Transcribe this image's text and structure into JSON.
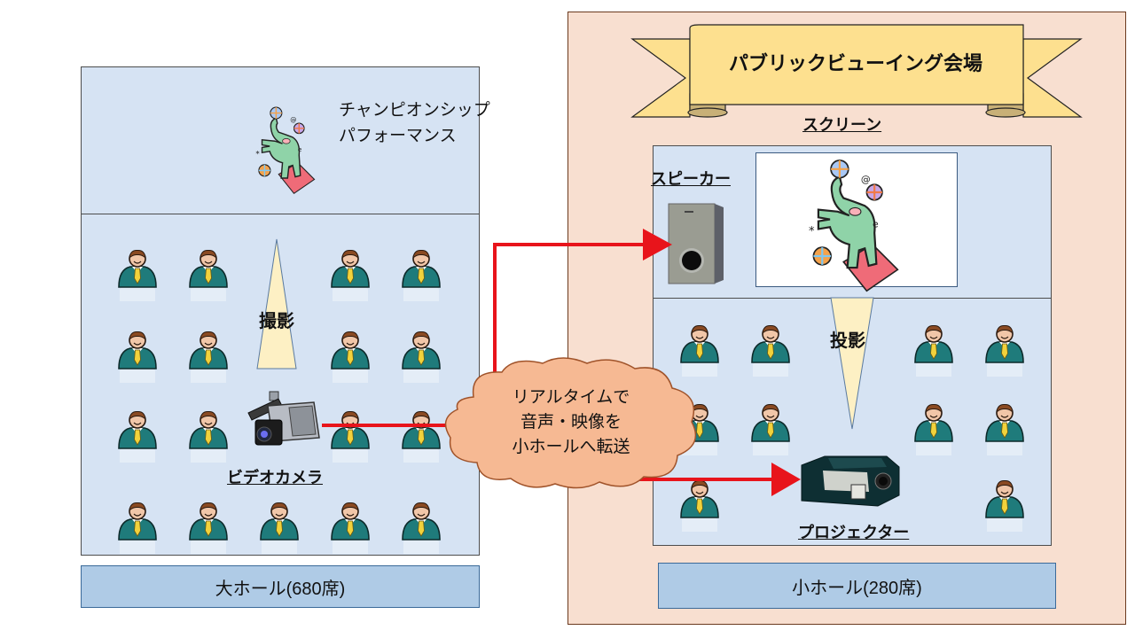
{
  "banner": {
    "title": "パブリックビューイング会場"
  },
  "large_hall": {
    "stage_caption_line1": "チャンピオンシップ",
    "stage_caption_line2": "パフォーマンス",
    "shoot_label": "撮影",
    "camera_label": "ビデオカメラ",
    "hall_name": "大ホール(680席)"
  },
  "small_hall": {
    "screen_label": "スクリーン",
    "speaker_label": "スピーカー",
    "projection_label": "投影",
    "projector_label": "プロジェクター",
    "hall_name": "小ホール(280席)"
  },
  "cloud": {
    "line1": "リアルタイムで",
    "line2": "音声・映像を",
    "line3": "小ホールへ転送"
  },
  "colors": {
    "arrow": "#e8141b",
    "venue_bg": "#f8dfd0",
    "hall_bg": "#d6e3f3",
    "label_bg": "#afcbe6",
    "banner": "#fde08f",
    "cloud": "#f6b993",
    "beam": "#fdf0c4",
    "person_suit": "#1e7a7a"
  }
}
